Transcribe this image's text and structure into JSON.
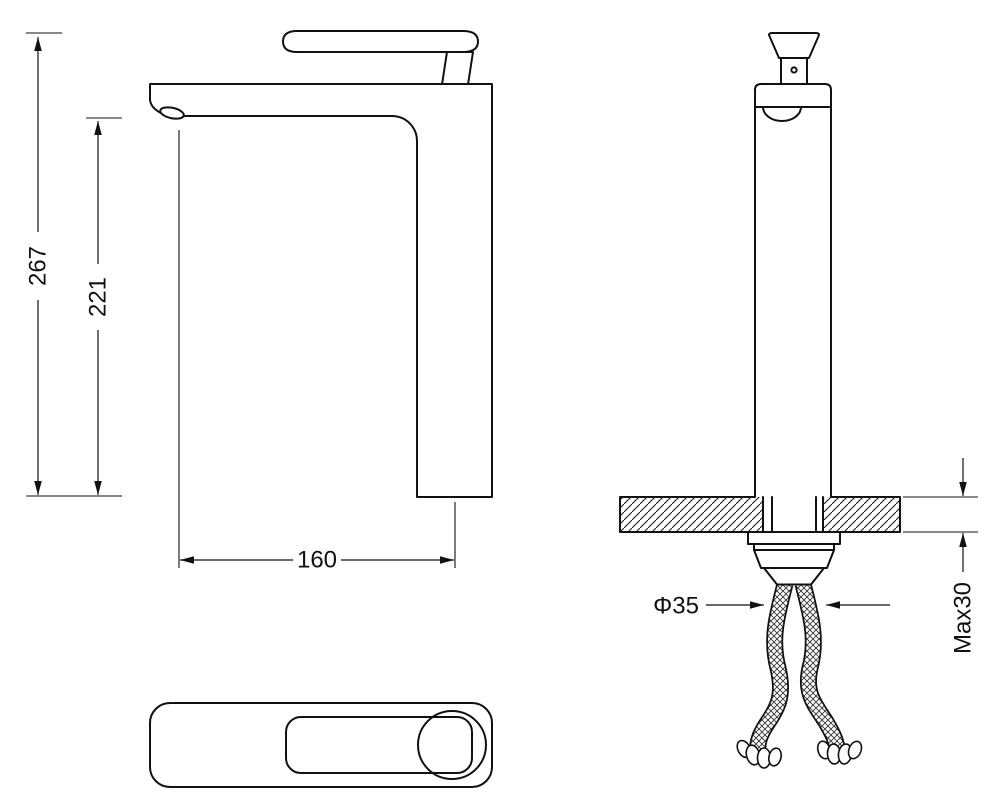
{
  "labels": {
    "overall_height": "267",
    "spout_height": "221",
    "spout_reach": "160",
    "hole_diameter": "Φ35",
    "max_counter_thickness": "Max30"
  },
  "colors": {
    "line": "#111111",
    "background": "#ffffff"
  }
}
